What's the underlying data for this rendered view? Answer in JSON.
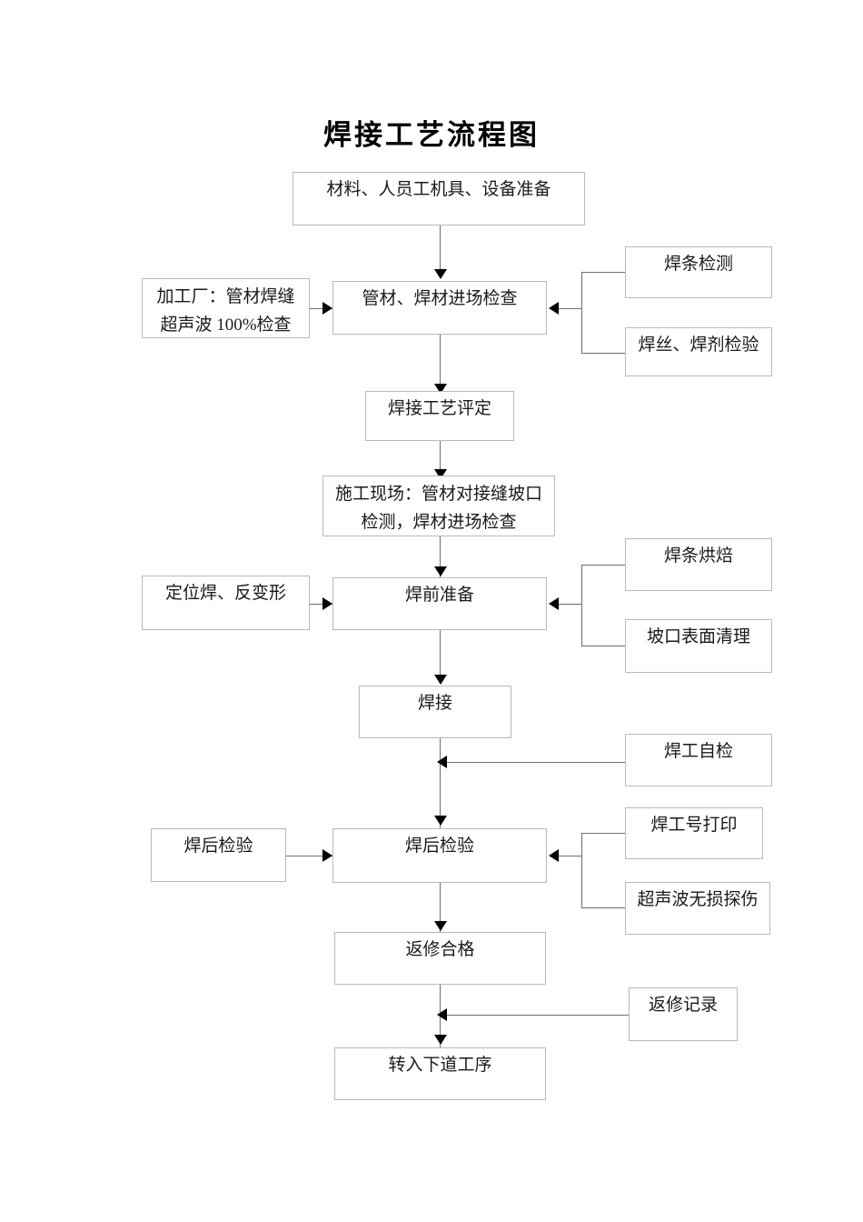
{
  "document": {
    "title": "焊接工艺流程图"
  },
  "nodes": {
    "prep": "材料、人员工机具、设备准备",
    "factory_check": "加工厂：管材焊缝\n超声波 100%检查",
    "factory_check_line1": "加工厂：管材焊缝",
    "factory_check_line2": "超声波 100%检查",
    "material_entry_check": "管材、焊材进场检查",
    "electrode_test": "焊条检测",
    "wire_flux_test": "焊丝、焊剂检验",
    "procedure_qualification": "焊接工艺评定",
    "site_check_line1": "施工现场：管材对接缝坡口",
    "site_check_line2": "检测，焊材进场检查",
    "pre_weld_prep": "焊前准备",
    "tack_weld": "定位焊、反变形",
    "electrode_baking": "焊条烘焙",
    "groove_cleaning": "坡口表面清理",
    "welding": "焊接",
    "welder_self_check": "焊工自检",
    "post_weld_inspection_left": "焊后检验",
    "post_weld_inspection": "焊后检验",
    "welder_number_stamp": "焊工号打印",
    "ultrasonic_ndt": "超声波无损探伤",
    "repair_qualified": "返修合格",
    "repair_record": "返修记录",
    "next_process": "转入下道工序"
  },
  "style": {
    "box_border_color": "#b9b9b9",
    "connector_color": "#6e6e6e",
    "arrow_color": "#000000",
    "text_color": "#1a1a1a",
    "background": "#ffffff"
  }
}
